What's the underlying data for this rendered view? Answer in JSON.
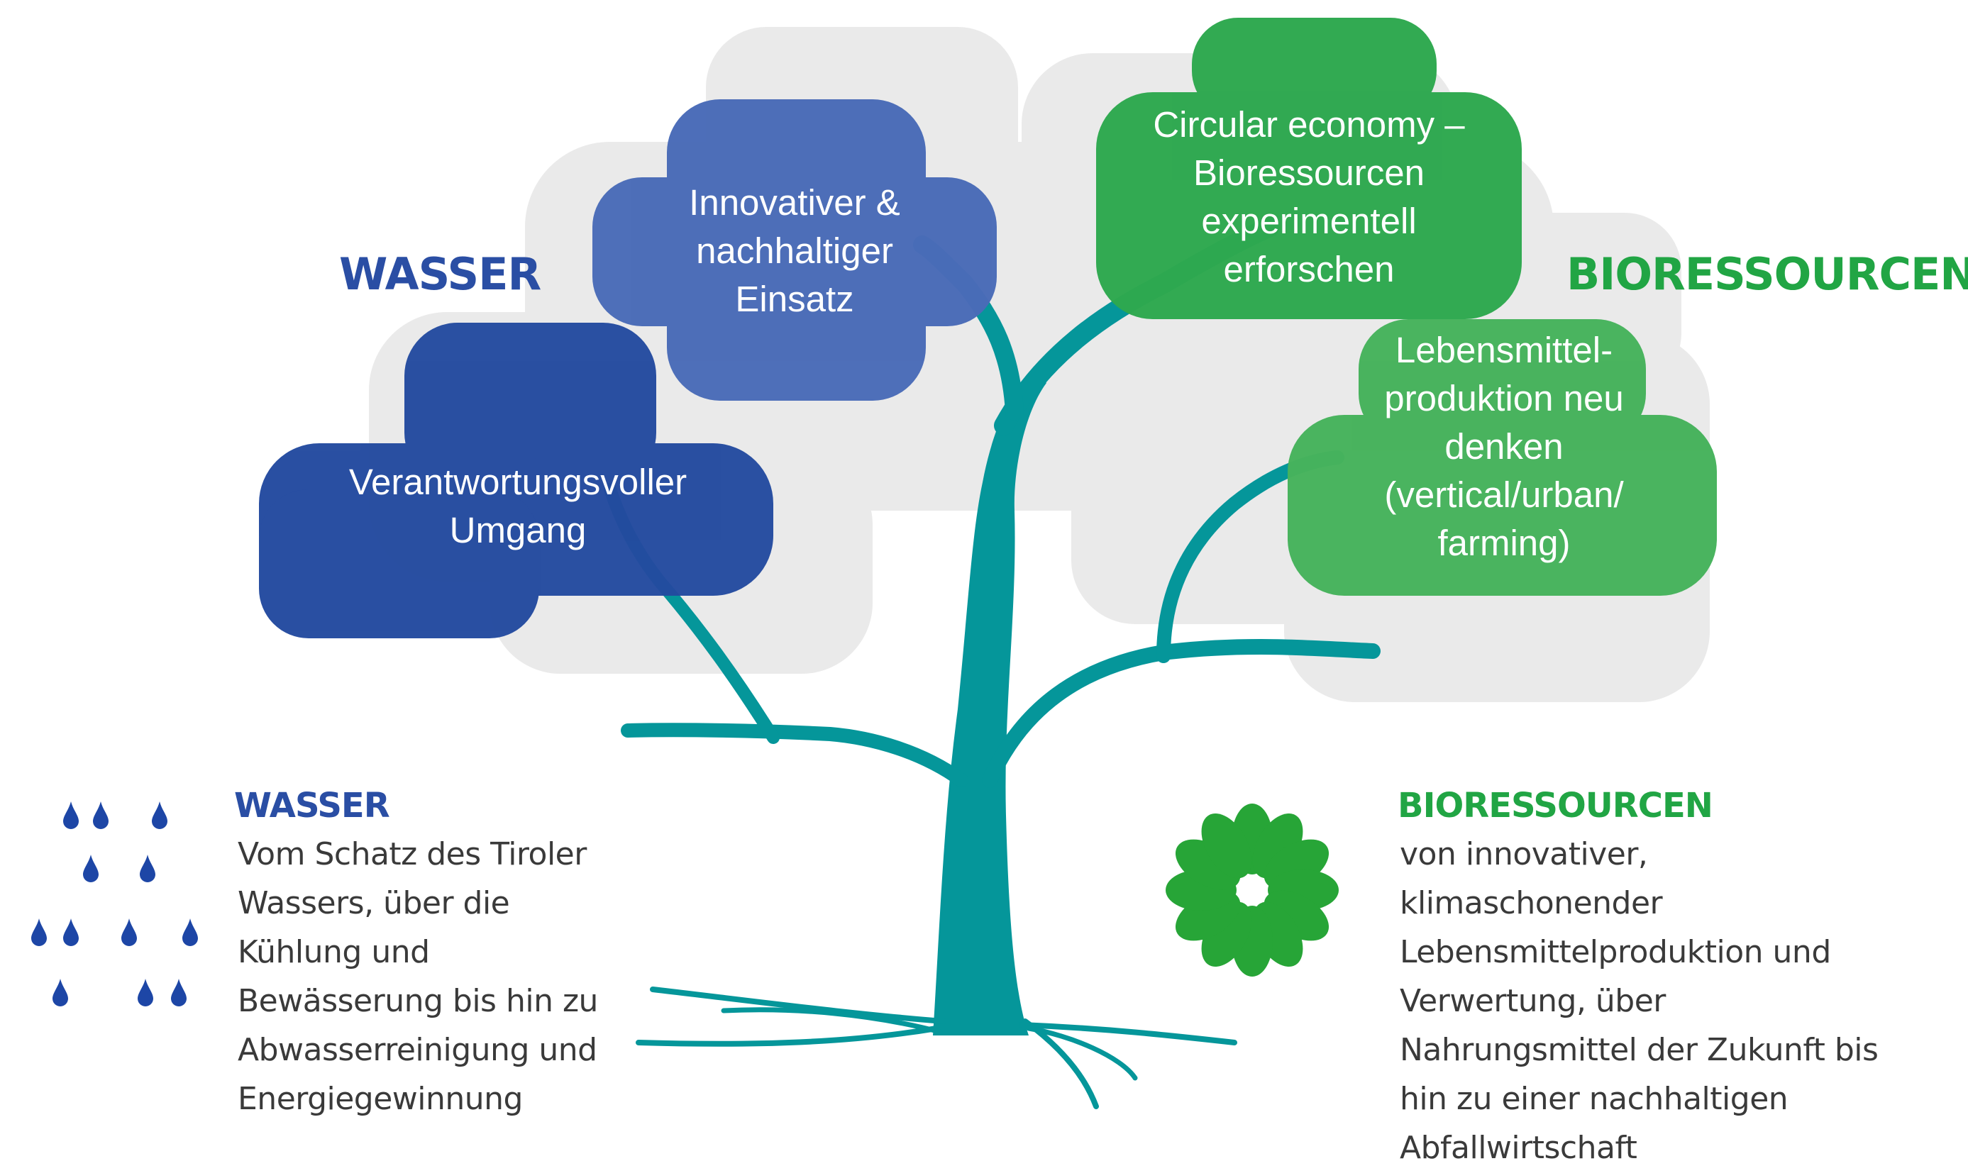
{
  "headings": {
    "water_large": "WASSER",
    "bio_large": "BIORESSOURCEN",
    "water_small": "WASSER",
    "bio_small": "BIORESSOURCEN"
  },
  "clouds": {
    "responsible_use": [
      "Verantwortungsvoller",
      "Umgang"
    ],
    "innovative_use": [
      "Innovativer &",
      "nachhaltiger",
      "Einsatz"
    ],
    "circular_economy": [
      "Circular economy –",
      "Bioressourcen",
      "experimentell",
      "erforschen"
    ],
    "food_production": [
      "Lebensmittel-",
      "produktion neu",
      "denken",
      "(vertical/urban/",
      "farming)"
    ]
  },
  "descriptions": {
    "water": [
      "Vom Schatz des Tiroler",
      "Wassers, über die",
      "Kühlung und",
      "Bewässerung bis hin zu",
      "Abwasserreinigung und",
      "Energiegewinnung"
    ],
    "bio": [
      "von innovativer,",
      "klimaschonender",
      "Lebensmittelproduktion und",
      "Verwertung, über",
      "Nahrungsmittel der Zukunft bis",
      "hin zu einer nachhaltigen",
      "Abfallwirtschaft"
    ]
  },
  "icons": {
    "water": "water-drops-icon",
    "bio": "flower-icon"
  },
  "colors": {
    "water_dark": "#234a9f",
    "water_light": "#4a6cb8",
    "bio_dark": "#2ea84f",
    "bio_light": "#46b25c",
    "tree": "#05969a",
    "background_cloud": "#eaeaea",
    "drops": "#1d46a6",
    "flower": "#27a537"
  }
}
